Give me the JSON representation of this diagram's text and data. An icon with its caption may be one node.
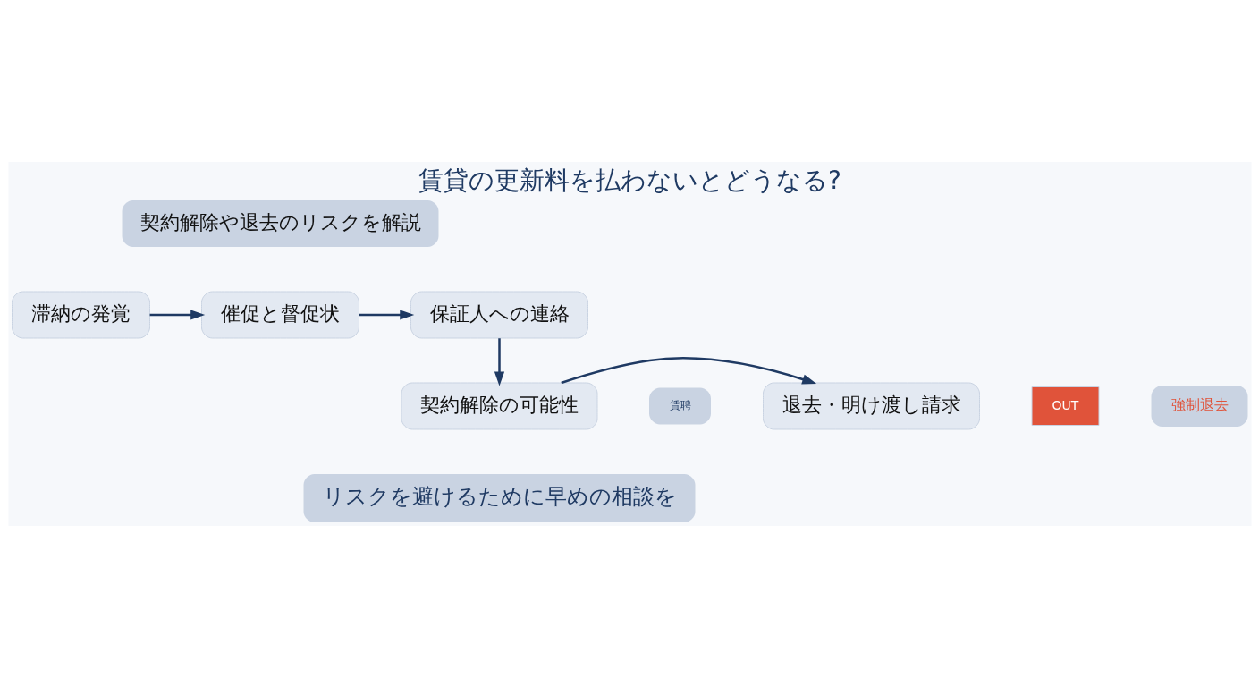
{
  "diagram": {
    "title": "賃貸の更新料を払わないとどうなる?",
    "caption": "リスクを避けるために早めの相談を",
    "nodes": [
      {
        "text": [
          "滞納の発覚"
        ]
      },
      {
        "text": [
          "催促と督促状"
        ]
      },
      {
        "text": [
          "保証人への連絡"
        ]
      },
      {
        "text": [
          "契約解除の可能性"
        ]
      },
      {
        "text": [
          "退去・明け渡し請求"
        ]
      }
    ],
    "edges": [
      {
        "from": 0,
        "to": 1,
        "arrow": "to"
      },
      {
        "from": 1,
        "to": 2,
        "arrow": "to"
      },
      {
        "from": 2,
        "to": 3,
        "arrow": "to"
      },
      {
        "from": 3,
        "to": 4,
        "arrow": "to"
      }
    ],
    "labels": [
      "契約解除や退去のリスクを解説",
      "賃聘",
      "OUT",
      "強制退去"
    ]
  }
}
